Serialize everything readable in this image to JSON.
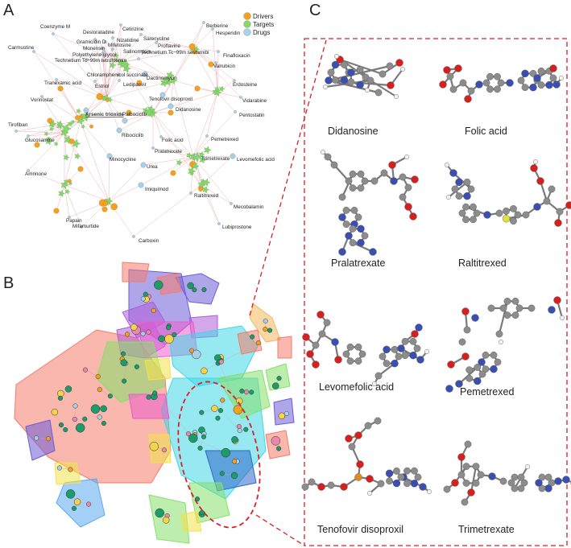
{
  "panels": {
    "a": "A",
    "b": "B",
    "c": "C"
  },
  "legend": [
    {
      "label": "Drivers",
      "color": "#f4a020"
    },
    {
      "label": "Targets",
      "color": "#86d66b"
    },
    {
      "label": "Drugs",
      "color": "#a9d0e8"
    }
  ],
  "network_labels": [
    "Coenzyme M",
    "Desloratadine",
    "Cetirizine",
    "Berberine",
    "Hesperidin",
    "Carmustine",
    "Gramicidin D",
    "Nizatidine",
    "Sarecycline",
    "Monensin",
    "Mifetosine",
    "Proflavine",
    "Polyethylene glycol",
    "Salinomycin",
    "Technetium Tc−99m sestamibi",
    "Technetium Tc−99m tetrofosmin",
    "Finafloxacin",
    "Valrubicin",
    "Chloramphenicol succinate",
    "Tranexamic acid",
    "Estriol",
    "Ledipasvir",
    "Dactinomycin",
    "Erdosteine",
    "Vidarabine",
    "Tenofovir disoproxil",
    "Didanosine",
    "Pentostatin",
    "Vorinostat",
    "Arsenic trioxide",
    "Palbociclib",
    "Tirofiban",
    "Ribociclib",
    "Folic acid",
    "Pemetrexed",
    "Pralatrexate",
    "Levomefolic acid",
    "Glucosamine",
    "Trimetrexate",
    "Minocycline",
    "Urea",
    "Amrinone",
    "Imiquimod",
    "Raltitrexed",
    "Mecobalamin",
    "Papain",
    "Lubiprostone",
    "Mifamurtide",
    "Carboxin"
  ],
  "molecules": [
    "Didanosine",
    "Folic acid",
    "Pralatrexate",
    "Raltitrexed",
    "Levomefolic acid",
    "Pemetrexed",
    "Tenofovir disoproxil",
    "Trimetrexate"
  ],
  "colors": {
    "driver": "#f4a020",
    "target": "#86d66b",
    "drug": "#a9d0e8",
    "edge": "#e8a0a8",
    "highlight_ring": "#d9202a",
    "atom_carbon": "#8c8c8c",
    "atom_oxygen": "#d62020",
    "atom_nitrogen": "#3a4fb0",
    "atom_hydrogen": "#f2f2f2",
    "atom_sulfur": "#e0e040",
    "atom_phosphorus": "#e08a1a"
  }
}
